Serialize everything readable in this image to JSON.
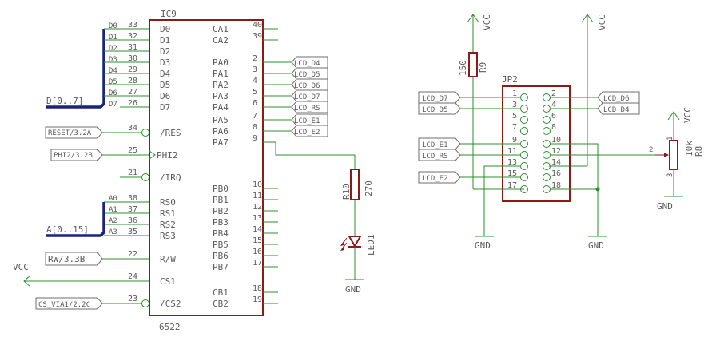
{
  "ic9": {
    "name": "IC9",
    "value": "6522",
    "left_pins": [
      {
        "num": "33",
        "label": "D0",
        "net": "D0"
      },
      {
        "num": "32",
        "label": "D1",
        "net": "D1"
      },
      {
        "num": "31",
        "label": "D2",
        "net": "D2"
      },
      {
        "num": "30",
        "label": "D3",
        "net": "D3"
      },
      {
        "num": "29",
        "label": "D4",
        "net": "D4"
      },
      {
        "num": "28",
        "label": "D5",
        "net": "D5"
      },
      {
        "num": "27",
        "label": "D6",
        "net": "D6"
      },
      {
        "num": "26",
        "label": "D7",
        "net": "D7"
      },
      {
        "num": "34",
        "label": "/RES",
        "net": ""
      },
      {
        "num": "25",
        "label": "PHI2",
        "net": ""
      },
      {
        "num": "21",
        "label": "/IRQ",
        "net": ""
      },
      {
        "num": "38",
        "label": "RS0",
        "net": "A0"
      },
      {
        "num": "37",
        "label": "RS1",
        "net": "A1"
      },
      {
        "num": "36",
        "label": "RS2",
        "net": "A2"
      },
      {
        "num": "35",
        "label": "RS3",
        "net": "A3"
      },
      {
        "num": "22",
        "label": "R/W",
        "net": ""
      },
      {
        "num": "24",
        "label": "CS1",
        "net": ""
      },
      {
        "num": "23",
        "label": "/CS2",
        "net": ""
      }
    ],
    "right_pins": [
      {
        "num": "40",
        "label": "CA1"
      },
      {
        "num": "39",
        "label": "CA2"
      },
      {
        "num": "2",
        "label": "PA0"
      },
      {
        "num": "3",
        "label": "PA1"
      },
      {
        "num": "4",
        "label": "PA2"
      },
      {
        "num": "5",
        "label": "PA3"
      },
      {
        "num": "6",
        "label": "PA4"
      },
      {
        "num": "7",
        "label": "PA5"
      },
      {
        "num": "8",
        "label": "PA6"
      },
      {
        "num": "9",
        "label": "PA7"
      },
      {
        "num": "10",
        "label": "PB0"
      },
      {
        "num": "11",
        "label": "PB1"
      },
      {
        "num": "12",
        "label": "PB2"
      },
      {
        "num": "13",
        "label": "PB3"
      },
      {
        "num": "14",
        "label": "PB4"
      },
      {
        "num": "15",
        "label": "PB5"
      },
      {
        "num": "16",
        "label": "PB6"
      },
      {
        "num": "17",
        "label": "PB7"
      },
      {
        "num": "18",
        "label": "CB1"
      },
      {
        "num": "19",
        "label": "CB2"
      }
    ]
  },
  "buses": {
    "data": "D[0..7]",
    "address": "A[0..15]"
  },
  "left_flags": {
    "reset": "RESET/3.2A",
    "phi2": "PHI2/3.2B",
    "rw": "RW/3.3B",
    "cs_via": "CS_VIA1/2.2C"
  },
  "pa_flags": [
    "LCD_D4",
    "LCD_D5",
    "LCD_D6",
    "LCD_D7",
    "LCD_RS",
    "LCD_E1",
    "LCD_E2"
  ],
  "r10": {
    "name": "R10",
    "value": "270"
  },
  "led1": {
    "name": "LED1"
  },
  "supplies": {
    "vcc": "VCC",
    "gnd": "GND"
  },
  "r9": {
    "name": "R9",
    "value": "150"
  },
  "jp2": {
    "name": "JP2",
    "left_nums": [
      "1",
      "3",
      "5",
      "7",
      "9",
      "11",
      "13",
      "15",
      "17"
    ],
    "right_nums": [
      "2",
      "4",
      "6",
      "8",
      "10",
      "12",
      "14",
      "16",
      "18"
    ],
    "left_flags": [
      "LCD_D7",
      "LCD_D5",
      "LCD_E1",
      "LCD_RS",
      "LCD_E2"
    ],
    "right_flags": [
      "LCD_D6",
      "LCD_D4"
    ]
  },
  "r8": {
    "name": "R8",
    "value": "10k",
    "pin_top": "1",
    "pin_wiper": "2",
    "pin_bottom": "3"
  }
}
